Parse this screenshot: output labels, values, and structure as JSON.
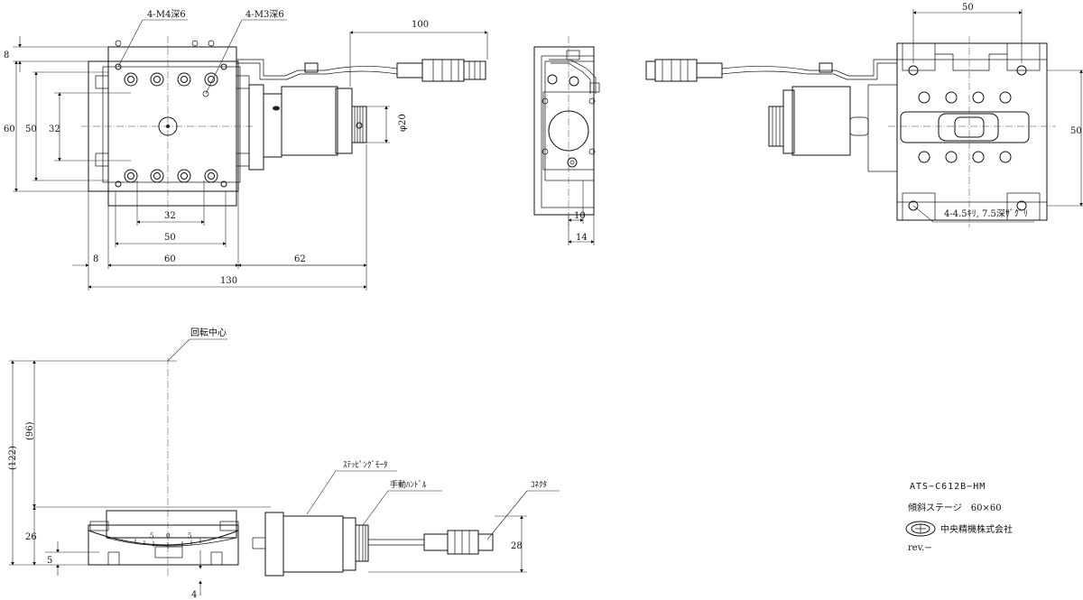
{
  "top_view": {
    "callout_m4": "4-M4深6",
    "callout_m3": "4-M3深6",
    "dim_100": "100",
    "dim_8_top": "8",
    "dim_60_left": "60",
    "dim_50_left": "50",
    "dim_32_left": "32",
    "dim_phi20": "φ20",
    "dim_32_bottom": "32",
    "dim_50_bottom": "50",
    "dim_8_bottom": "8",
    "dim_60_bottom": "60",
    "dim_62_bottom": "62",
    "dim_130": "130"
  },
  "side_view_small": {
    "dim_10": "10",
    "dim_14": "14"
  },
  "bottom_view": {
    "dim_50_top": "50",
    "dim_50_right": "50",
    "callout_holes": "4-4.5ｷﾘ, 7.5深ｻﾞｸﾞﾘ"
  },
  "front_view": {
    "label_rotation_center": "回転中心",
    "dim_122": "(122)",
    "dim_96": "(96)",
    "dim_26": "26",
    "dim_5": "5",
    "dim_4": "4",
    "dim_28": "28",
    "label_motor": "ｽﾃｯﾋﾟﾝｸﾞﾓｰﾀ",
    "label_handle": "手動ﾊﾝﾄﾞﾙ",
    "label_connector": "ｺﾈｸﾀ",
    "scale_labels": [
      "5",
      "0",
      "5"
    ]
  },
  "title_block": {
    "model": "ATS−C612B−HM",
    "product": "傾斜ステージ　60×60",
    "company": "中央精機株式会社",
    "revision": "rev.−"
  }
}
